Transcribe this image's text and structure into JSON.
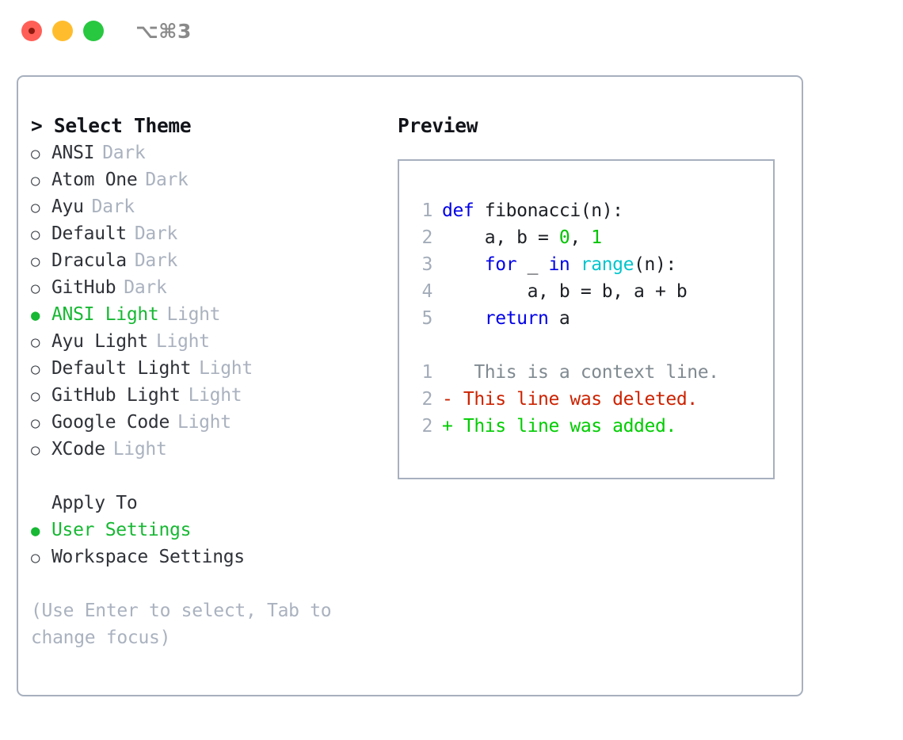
{
  "titlebar": {
    "shortcut": "⌥⌘3",
    "buttons": [
      {
        "name": "close",
        "color": "#ff5f57"
      },
      {
        "name": "minimize",
        "color": "#ffbd2e"
      },
      {
        "name": "maximize",
        "color": "#28c840"
      }
    ]
  },
  "left": {
    "title": "> Select Theme",
    "themes": [
      {
        "marker": "○",
        "name": "ANSI",
        "category": "Dark",
        "selected": false
      },
      {
        "marker": "○",
        "name": "Atom One",
        "category": "Dark",
        "selected": false
      },
      {
        "marker": "○",
        "name": "Ayu",
        "category": "Dark",
        "selected": false
      },
      {
        "marker": "○",
        "name": "Default",
        "category": "Dark",
        "selected": false
      },
      {
        "marker": "○",
        "name": "Dracula",
        "category": "Dark",
        "selected": false
      },
      {
        "marker": "○",
        "name": "GitHub",
        "category": "Dark",
        "selected": false
      },
      {
        "marker": "●",
        "name": "ANSI Light",
        "category": "Light",
        "selected": true
      },
      {
        "marker": "○",
        "name": "Ayu Light",
        "category": "Light",
        "selected": false
      },
      {
        "marker": "○",
        "name": "Default Light",
        "category": "Light",
        "selected": false
      },
      {
        "marker": "○",
        "name": "GitHub Light",
        "category": "Light",
        "selected": false
      },
      {
        "marker": "○",
        "name": "Google Code",
        "category": "Light",
        "selected": false
      },
      {
        "marker": "○",
        "name": "XCode",
        "category": "Light",
        "selected": false
      }
    ],
    "apply_to_header": "Apply To",
    "apply_to": [
      {
        "marker": "●",
        "name": "User Settings",
        "selected": true
      },
      {
        "marker": "○",
        "name": "Workspace Settings",
        "selected": false
      }
    ],
    "hint": "(Use Enter to select, Tab to change focus)"
  },
  "right": {
    "title": "Preview",
    "code_lines": [
      {
        "ln": "1",
        "tokens": [
          {
            "t": "def",
            "c": "kw"
          },
          {
            "t": " fibonacci(n):",
            "c": "pl"
          }
        ]
      },
      {
        "ln": "2",
        "tokens": [
          {
            "t": "    a, b = ",
            "c": "pl"
          },
          {
            "t": "0",
            "c": "num"
          },
          {
            "t": ", ",
            "c": "pl"
          },
          {
            "t": "1",
            "c": "num"
          }
        ]
      },
      {
        "ln": "3",
        "tokens": [
          {
            "t": "    ",
            "c": "pl"
          },
          {
            "t": "for",
            "c": "kw"
          },
          {
            "t": " _ ",
            "c": "pl"
          },
          {
            "t": "in",
            "c": "kw"
          },
          {
            "t": " ",
            "c": "pl"
          },
          {
            "t": "range",
            "c": "bi"
          },
          {
            "t": "(n):",
            "c": "pl"
          }
        ]
      },
      {
        "ln": "4",
        "tokens": [
          {
            "t": "        a, b = b, a + b",
            "c": "pl"
          }
        ]
      },
      {
        "ln": "5",
        "tokens": [
          {
            "t": "    ",
            "c": "pl"
          },
          {
            "t": "return",
            "c": "kw"
          },
          {
            "t": " a",
            "c": "pl"
          }
        ]
      }
    ],
    "diff_lines": [
      {
        "ln": "1",
        "sign": " ",
        "text": "  This is a context line.",
        "c": "ctx"
      },
      {
        "ln": "2",
        "sign": "-",
        "text": " This line was deleted.",
        "c": "del"
      },
      {
        "ln": "2",
        "sign": "+",
        "text": " This line was added.",
        "c": "add"
      }
    ]
  },
  "colors": {
    "accent_green": "#17b833",
    "keyword_blue": "#0000e8",
    "builtin_cyan": "#00c4cc",
    "number_green": "#00c400",
    "diff_delete": "#cc2200",
    "diff_add": "#00cc00",
    "muted": "#aab2bf",
    "border": "#a7b0be"
  }
}
